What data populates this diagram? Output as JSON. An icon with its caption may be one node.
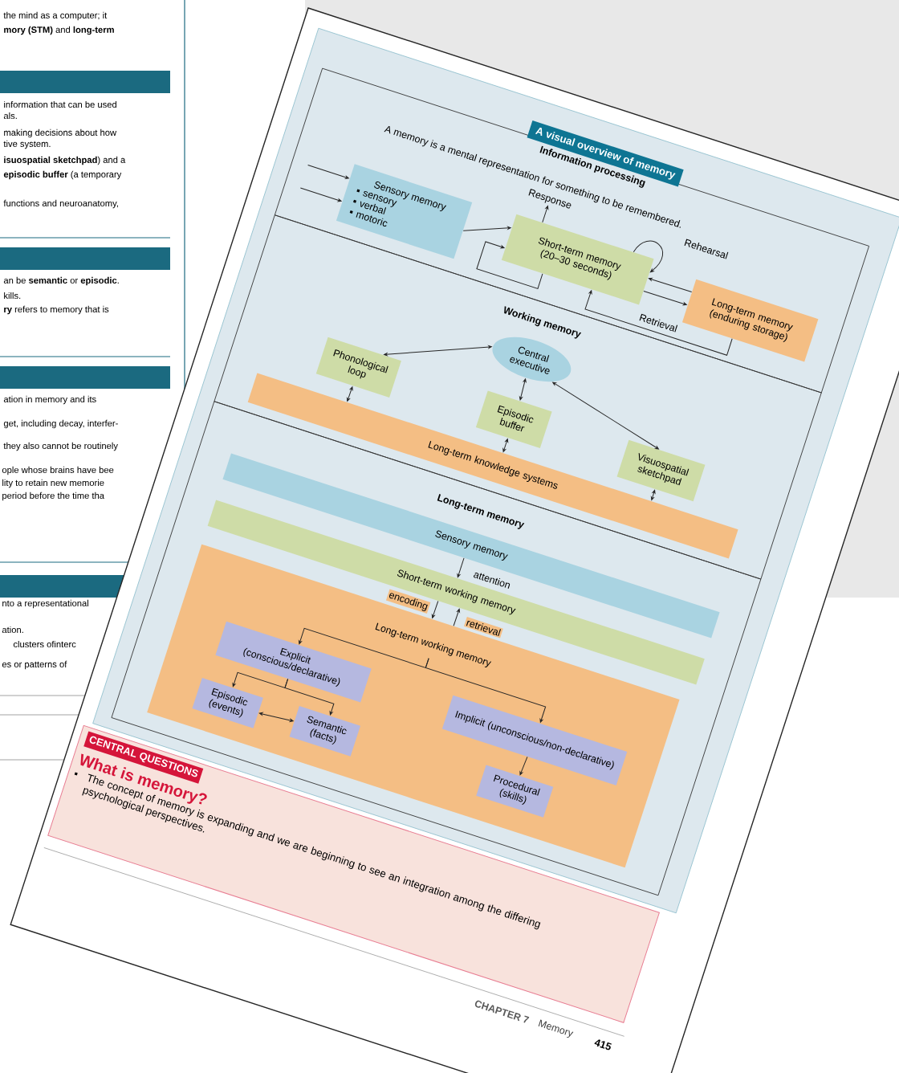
{
  "diagram": {
    "title": "A visual overview of memory",
    "nodes": [
      {
        "text": [
          "Information processing"
        ]
      },
      {
        "text": [
          "Sensory memory",
          "sensory",
          "verbal",
          "motoric"
        ],
        "in": 0
      },
      {
        "text": [
          "Short-term memory (20–30 seconds)"
        ],
        "in": 0
      },
      {
        "text": [
          "Response"
        ],
        "in": 0
      },
      {
        "text": [
          "Long-term memory (enduring storage)"
        ],
        "in": 0
      },
      {
        "text": [
          "Working memory"
        ]
      },
      {
        "text": [
          "Phonological loop"
        ],
        "in": 5
      },
      {
        "text": [
          "Central executive"
        ],
        "in": 5
      },
      {
        "text": [
          "Episodic buffer"
        ],
        "in": 5
      },
      {
        "text": [
          "Visuospatial sketchpad"
        ],
        "in": 5
      },
      {
        "text": [
          "Long-term knowledge systems"
        ],
        "in": 5
      },
      {
        "text": [
          "Long-term memory"
        ]
      },
      {
        "text": [
          "Sensory memory"
        ],
        "in": 11
      },
      {
        "text": [
          "Short-term working memory"
        ],
        "in": 11
      },
      {
        "text": [
          "Long-term working memory"
        ],
        "in": 11
      },
      {
        "text": [
          "Explicit (conscious/declarative)"
        ],
        "in": 14
      },
      {
        "text": [
          "Episodic (events)"
        ],
        "in": 14
      },
      {
        "text": [
          "Semantic (facts)"
        ],
        "in": 14
      },
      {
        "text": [
          "Implicit (unconscious/non-declarative)"
        ],
        "in": 14
      },
      {
        "text": [
          "Procedural (skills)"
        ],
        "in": 14
      },
      {
        "text": [
          "CENTRAL QUESTIONS",
          "What is memory?",
          "The concept of memory is expanding and we are beginning to see an integration among the differing psychological perspectives."
        ]
      }
    ],
    "edges": [
      {
        "from": null,
        "to": 1,
        "arrow": "to"
      },
      {
        "from": null,
        "to": 1,
        "arrow": "to"
      },
      {
        "from": 1,
        "to": 2,
        "arrow": "to"
      },
      {
        "from": 2,
        "to": 3,
        "arrow": "to"
      },
      {
        "from": 2,
        "to": 2,
        "arrow": "to"
      },
      {
        "from": 2,
        "to": 2,
        "arrow": "to",
        "label": "Rehearsal"
      },
      {
        "from": 2,
        "to": 4,
        "arrow": "to"
      },
      {
        "from": 4,
        "to": 2,
        "arrow": "to"
      },
      {
        "from": 4,
        "to": 2,
        "arrow": "to",
        "label": "Retrieval"
      },
      {
        "from": 7,
        "to": 6,
        "arrow": "both"
      },
      {
        "from": 7,
        "to": 8,
        "arrow": "both"
      },
      {
        "from": 7,
        "to": 9,
        "arrow": "both"
      },
      {
        "from": 6,
        "to": 10,
        "arrow": "both"
      },
      {
        "from": 8,
        "to": 10,
        "arrow": "both"
      },
      {
        "from": 9,
        "to": 10,
        "arrow": "both"
      },
      {
        "from": 12,
        "to": 13,
        "arrow": "to",
        "label": "attention"
      },
      {
        "from": 13,
        "to": 14,
        "arrow": "to",
        "label": "encoding"
      },
      {
        "from": 14,
        "to": 13,
        "arrow": "to",
        "label": "retrieval"
      },
      {
        "from": 14,
        "to": 15,
        "arrow": "to"
      },
      {
        "from": 14,
        "to": 18,
        "arrow": "to"
      },
      {
        "from": 15,
        "to": 16,
        "arrow": "to"
      },
      {
        "from": 15,
        "to": 17,
        "arrow": "to"
      },
      {
        "from": 16,
        "to": 17,
        "arrow": "both"
      },
      {
        "from": 18,
        "to": 19,
        "arrow": "to"
      }
    ],
    "labels": [
      "A memory is a mental representation for something to be remembered.",
      "the mind as a computer; it",
      "**mory (STM)** and **long-term**",
      "information that can be used",
      "als.",
      "making decisions about how",
      "tive system.",
      "**isuospatial sketchpad**) and a",
      "**episodic buffer** (a temporary",
      "functions and neuroanatomy,",
      "an be **semantic** or **episodic**.",
      "kills.",
      "**ry** refers to memory that is",
      "ation in memory and its",
      "get, including decay, interfer-",
      "they also cannot be routinely",
      "ople whose brains have bee",
      "lity to retain new memorie",
      "period before the time tha",
      "nto a representational",
      "ation.",
      "clusters ofinterc",
      "es or patterns of",
      "CHAPTER 7",
      "Memory",
      "415"
    ]
  }
}
